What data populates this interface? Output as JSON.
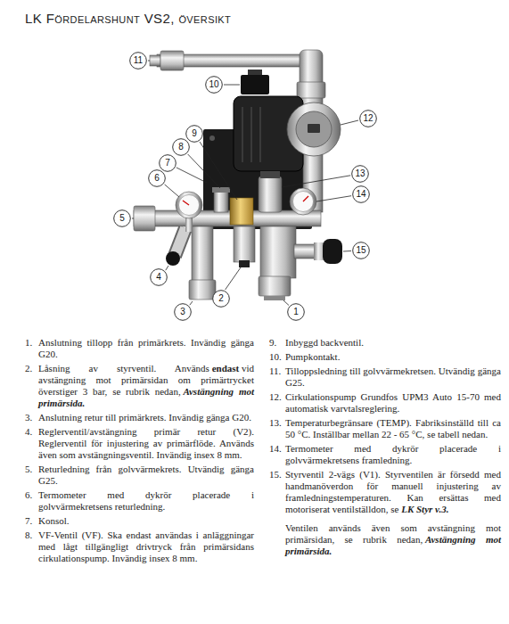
{
  "diagram": {
    "title": "LK Fördelarshunt VS2, översikt",
    "nodes": [
      {
        "text": [
          "11"
        ]
      },
      {
        "text": [
          "10"
        ]
      },
      {
        "text": [
          "12"
        ]
      },
      {
        "text": [
          "9"
        ]
      },
      {
        "text": [
          "8"
        ]
      },
      {
        "text": [
          "7"
        ]
      },
      {
        "text": [
          "6"
        ]
      },
      {
        "text": [
          "13"
        ]
      },
      {
        "text": [
          "14"
        ]
      },
      {
        "text": [
          "5"
        ]
      },
      {
        "text": [
          "15"
        ]
      },
      {
        "text": [
          "4"
        ]
      },
      {
        "text": [
          "2"
        ]
      },
      {
        "text": [
          "3"
        ]
      },
      {
        "text": [
          "1"
        ]
      }
    ],
    "labels": [
      "1.",
      "Anslutning tillopp från primärkrets. Invändig gänga G20.",
      "2.",
      "Låsning av styrventil. Används",
      "endast",
      "vid avstängning mot primärsidan om primärtrycket överstiger 3 bar, se rubrik nedan,",
      "Avstängning mot primärsida.",
      "3.",
      "Anslutning retur till primärkrets. Invändig gänga G20.",
      "4.",
      "Reglerventil/avstängning primär retur (V2). Reglerventil för injustering av primärflöde. Används även som avstängningsventil. Invändig insex 8 mm.",
      "5.",
      "Returledning från golvvärmekrets. Utvändig gänga G25.",
      "6.",
      "Termometer med dykrör placerade i golvvärmekretsens returledning.",
      "7.",
      "Konsol.",
      "8.",
      "VF-Ventil (VF). Ska endast användas i anläggningar med lågt tillgängligt drivtryck från primärsidans cirkulationspump. Invändig insex 8 mm.",
      "9.",
      "Inbyggd backventil.",
      "10.",
      "Pumpkontakt.",
      "11.",
      "Tilloppsledning till golvvärmekretsen. Utvändig gänga G25.",
      "12.",
      "Cirkulationspump Grundfos UPM3 Auto 15-70 med automatisk varvtalsreglering.",
      "13.",
      "Temperaturbegränsare (TEMP). Fabriksinställd till ca 50 °C. Inställbar mellan 22 - 65 °C, se tabell nedan.",
      "14.",
      "Termometer med dykrör placerade i golvvärmekretsens framledning.",
      "15.",
      "Styrventil 2-vägs (V1). Styrventilen är försedd med handmanöverdon för manuell injustering av framledningstemperaturen. Kan ersättas med motoriserat ventilställdon, se",
      "LK Styr v.3.",
      "Ventilen används även som avstängning mot primärsidan, se rubrik nedan,",
      "Avstängning mot primärsida."
    ]
  }
}
